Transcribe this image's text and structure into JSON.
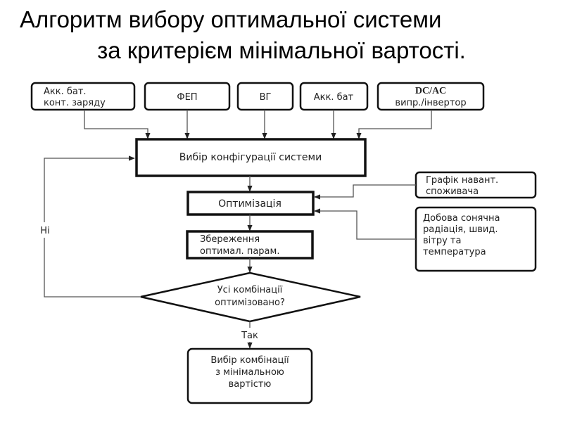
{
  "title": {
    "line1": "Алгоритм вибору оптимальної системи",
    "line2": "за критерієм мінімальної вартості."
  },
  "inputs": [
    {
      "lines": [
        "Акк. бат.",
        "конт. заряду"
      ]
    },
    {
      "lines": [
        "ФЕП"
      ]
    },
    {
      "lines": [
        "ВГ"
      ]
    },
    {
      "lines": [
        "Акк. бат"
      ]
    },
    {
      "lines": [
        "DC/AC",
        "випр./інвертор"
      ]
    }
  ],
  "steps": {
    "config": "Вибір конфігурації системи",
    "optimize": "Оптимізація",
    "save": [
      "Збереження",
      "оптимал. парам."
    ],
    "decision": [
      "Усі комбінації",
      "оптимізовано?"
    ],
    "result": [
      "Вибір комбінації",
      "з мінімальною",
      "вартістю"
    ]
  },
  "side_inputs": {
    "load": [
      "Графік навант.",
      "споживача"
    ],
    "weather": [
      "Добова сонячна",
      "радіація, швид.",
      "вітру та",
      "температура"
    ]
  },
  "labels": {
    "no": "Ні",
    "yes": "Так"
  }
}
